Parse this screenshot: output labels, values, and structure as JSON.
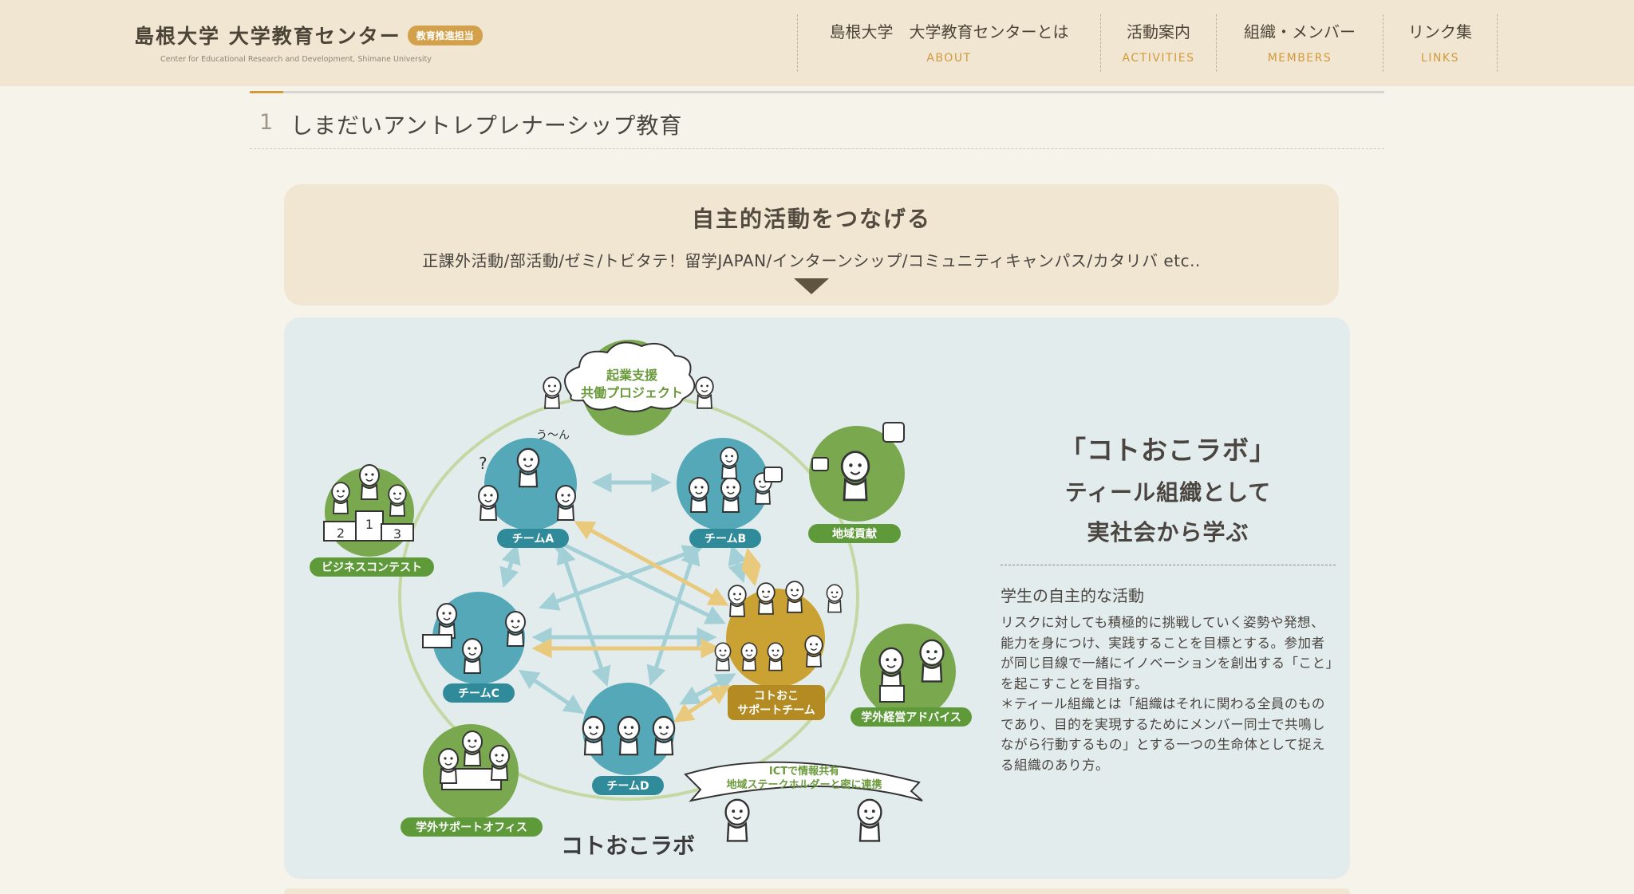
{
  "header": {
    "logo_title": "島根大学 大学教育センター",
    "logo_badge": "教育推進担当",
    "logo_sub": "Center for Educational Research and Development, Shimane University",
    "nav": [
      {
        "ja": "島根大学　大学教育センターとは",
        "en": "ABOUT"
      },
      {
        "ja": "活動案内",
        "en": "ACTIVITIES"
      },
      {
        "ja": "組織・メンバー",
        "en": "MEMBERS"
      },
      {
        "ja": "リンク集",
        "en": "LINKS"
      }
    ]
  },
  "section": {
    "number": "1",
    "title": "しまだいアントレプレナーシップ教育"
  },
  "banner": {
    "title": "自主的活動をつなげる",
    "subtitle": "正課外活動/部活動/ゼミ/トビタテ！留学JAPAN/インターンシップ/コミュニティキャンパス/カタリバ etc.."
  },
  "diagram": {
    "top_cloud": [
      "起業支援",
      "共働プロジェクト"
    ],
    "teams": [
      "チームA",
      "チームB",
      "チームC",
      "チームD"
    ],
    "support": [
      "コトおこ",
      "サポートチーム"
    ],
    "outer": [
      "ビジネスコンテスト",
      "地域貢献",
      "学外経営アドバイス",
      "学外サポートオフィス"
    ],
    "podium": [
      "2",
      "1",
      "3"
    ],
    "think": "う〜ん",
    "question": "?",
    "banner_lines": [
      "ICTで情報共有",
      "地域ステークホルダーと密に連携"
    ],
    "wordmark": "コトおこラボ"
  },
  "description": {
    "line1": "「コトおこラボ」",
    "line2": "ティール組織として",
    "line3": "実社会から学ぶ",
    "subheading": "学生の自主的な活動",
    "body1": "リスクに対しても積極的に挑戦していく姿勢や発想、能力を身につけ、実践することを目標とする。参加者が同じ目線で一緒にイノベーションを創出する「こと」を起こすことを目指す。",
    "body2": "＊ティール組織とは「組織はそれに関わる全員のものであり、目的を実現するためにメンバー同士で共鳴しながら行動するもの」とする一つの生命体として捉える組織のあり方。"
  }
}
